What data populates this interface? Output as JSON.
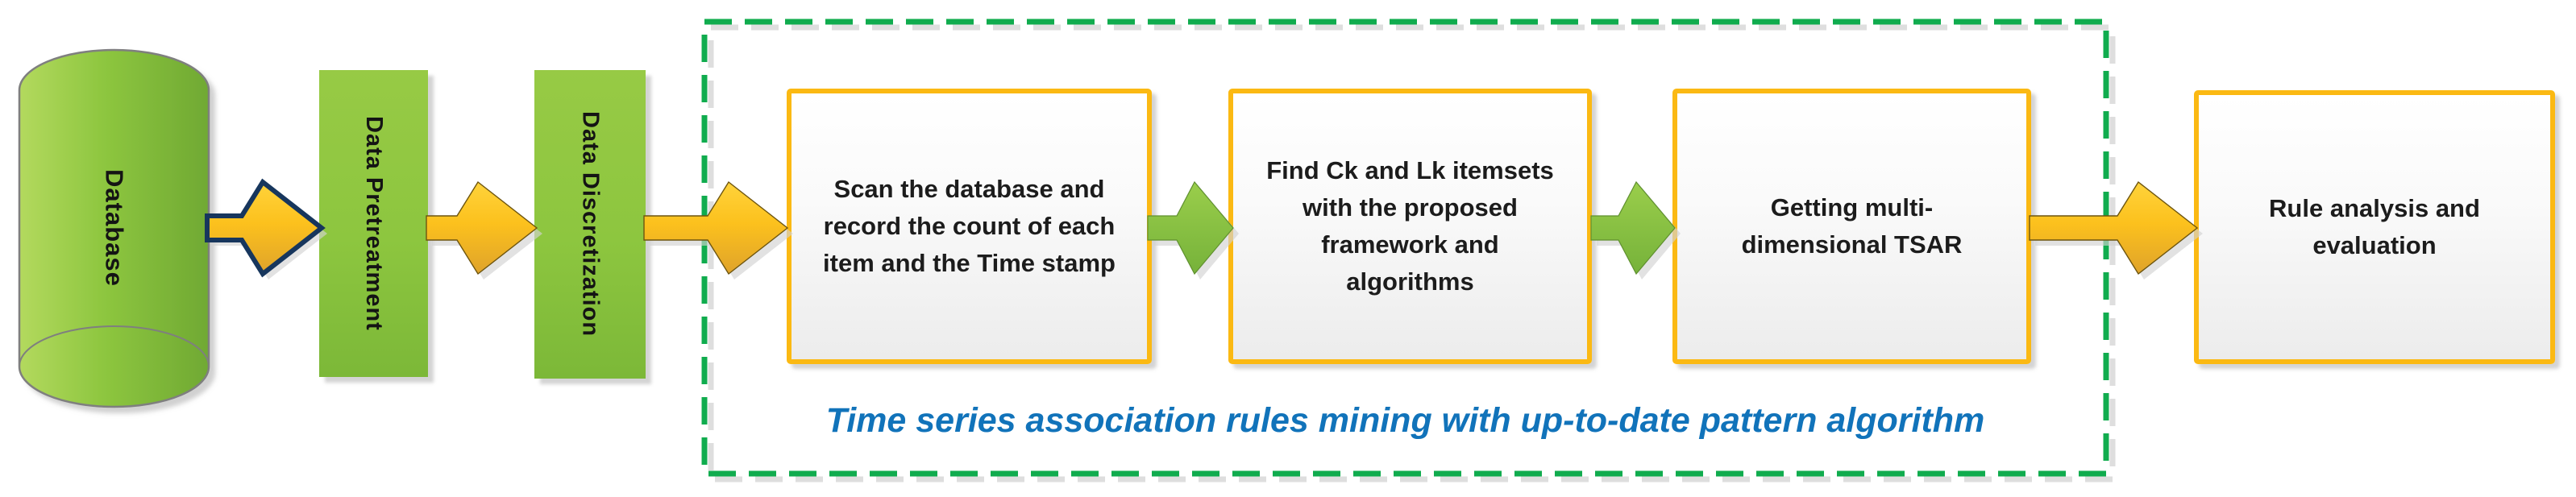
{
  "flow": {
    "database": {
      "label": "Database"
    },
    "pretreatment": {
      "label": "Data Pretreatment"
    },
    "discretization": {
      "label": "Data Discretization"
    },
    "steps": [
      {
        "lines": [
          "Scan the database and",
          "record the count of each",
          "item and the Time stamp"
        ]
      },
      {
        "lines": [
          "Find Ck and Lk itemsets",
          "with the proposed",
          "framework and",
          "algorithms"
        ]
      },
      {
        "lines": [
          "Getting multi-",
          "dimensional TSAR"
        ]
      },
      {
        "lines": [
          "Rule analysis and",
          "evaluation"
        ]
      }
    ],
    "caption": "Time series association rules mining with up-to-date pattern algorithm",
    "colors": {
      "shape_green": "#8DC63F",
      "dashed_border_green": "#10AC4E",
      "gold_border": "#FBB913",
      "gold_arrow_top": "#FFD33B",
      "gold_arrow_bottom": "#DFA32B",
      "green_arrow_top": "#9ACE4B",
      "green_arrow_bottom": "#76B23A",
      "navy_outline": "#17365D",
      "caption_blue": "#1173BA",
      "text_dark": "#1C1C1C",
      "shadow_gray": "#D9D9D9"
    }
  }
}
